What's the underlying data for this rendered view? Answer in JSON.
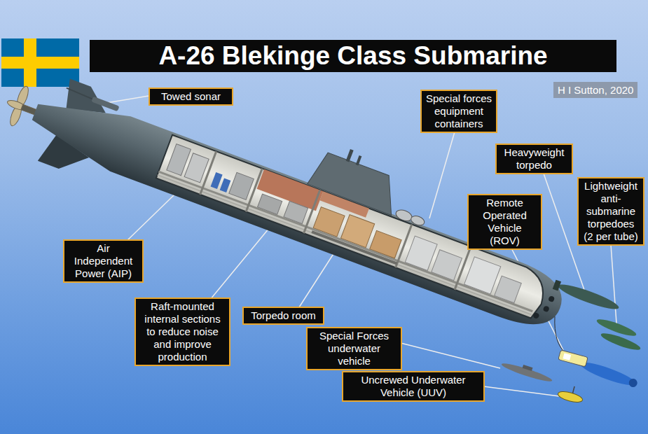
{
  "diagram": {
    "title": "A-26 Blekinge Class Submarine",
    "nodes": [
      {
        "text": [
          "Towed sonar"
        ]
      },
      {
        "text": [
          "Special forces equipment containers"
        ]
      },
      {
        "text": [
          "Heavyweight torpedo"
        ]
      },
      {
        "text": [
          "Lightweight anti-submarine torpedoes (2 per tube)"
        ]
      },
      {
        "text": [
          "Remote Operated Vehicle (ROV)"
        ]
      },
      {
        "text": [
          "Air Independent Power (AIP)"
        ]
      },
      {
        "text": [
          "Raft-mounted internal sections to reduce noise and improve production"
        ]
      },
      {
        "text": [
          "Torpedo room"
        ]
      },
      {
        "text": [
          "Special Forces underwater vehicle"
        ]
      },
      {
        "text": [
          "Uncrewed Underwater Vehicle (UUV)"
        ]
      }
    ],
    "labels": [
      "H I Sutton, 2020"
    ]
  }
}
